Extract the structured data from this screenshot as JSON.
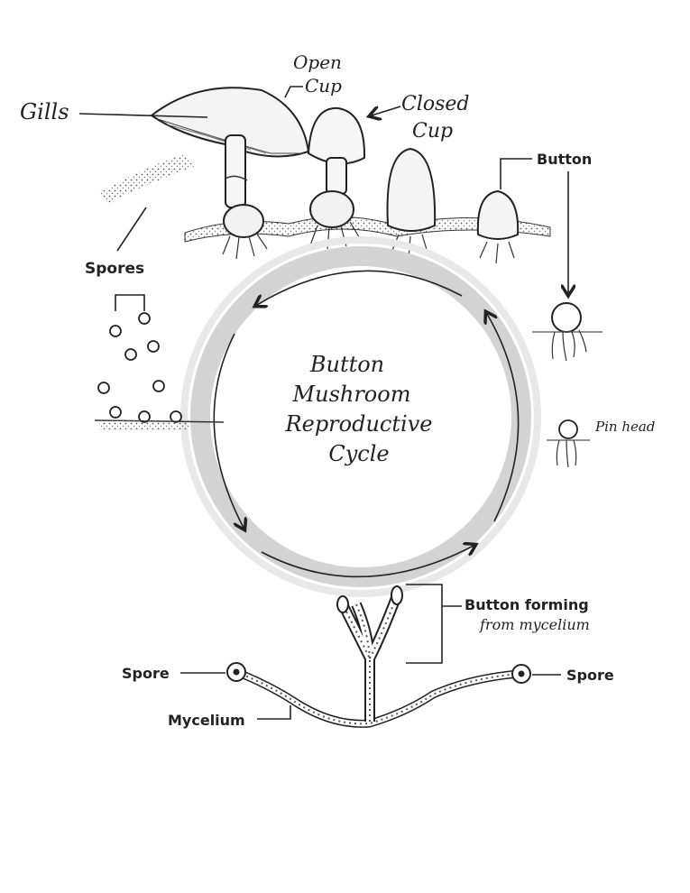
{
  "diagram": {
    "title_lines": [
      "Button",
      "Mushroom",
      "Reproductive",
      "Cycle"
    ],
    "labels": {
      "open_cup_line1": "Open",
      "open_cup_line2": "Cup",
      "closed_cup_line1": "Closed",
      "closed_cup_line2": "Cup",
      "gills": "Gills",
      "button": "Button",
      "spores": "Spores",
      "pinhead": "Pin head",
      "button_forming_line1": "Button forming",
      "button_forming_line2": "from mycelium",
      "spore_left": "Spore",
      "spore_right": "Spore",
      "mycelium": "Mycelium"
    }
  },
  "colors": {
    "ink": "#222222",
    "ring_shadow": "#d0d0d0",
    "paper": "#ffffff"
  }
}
